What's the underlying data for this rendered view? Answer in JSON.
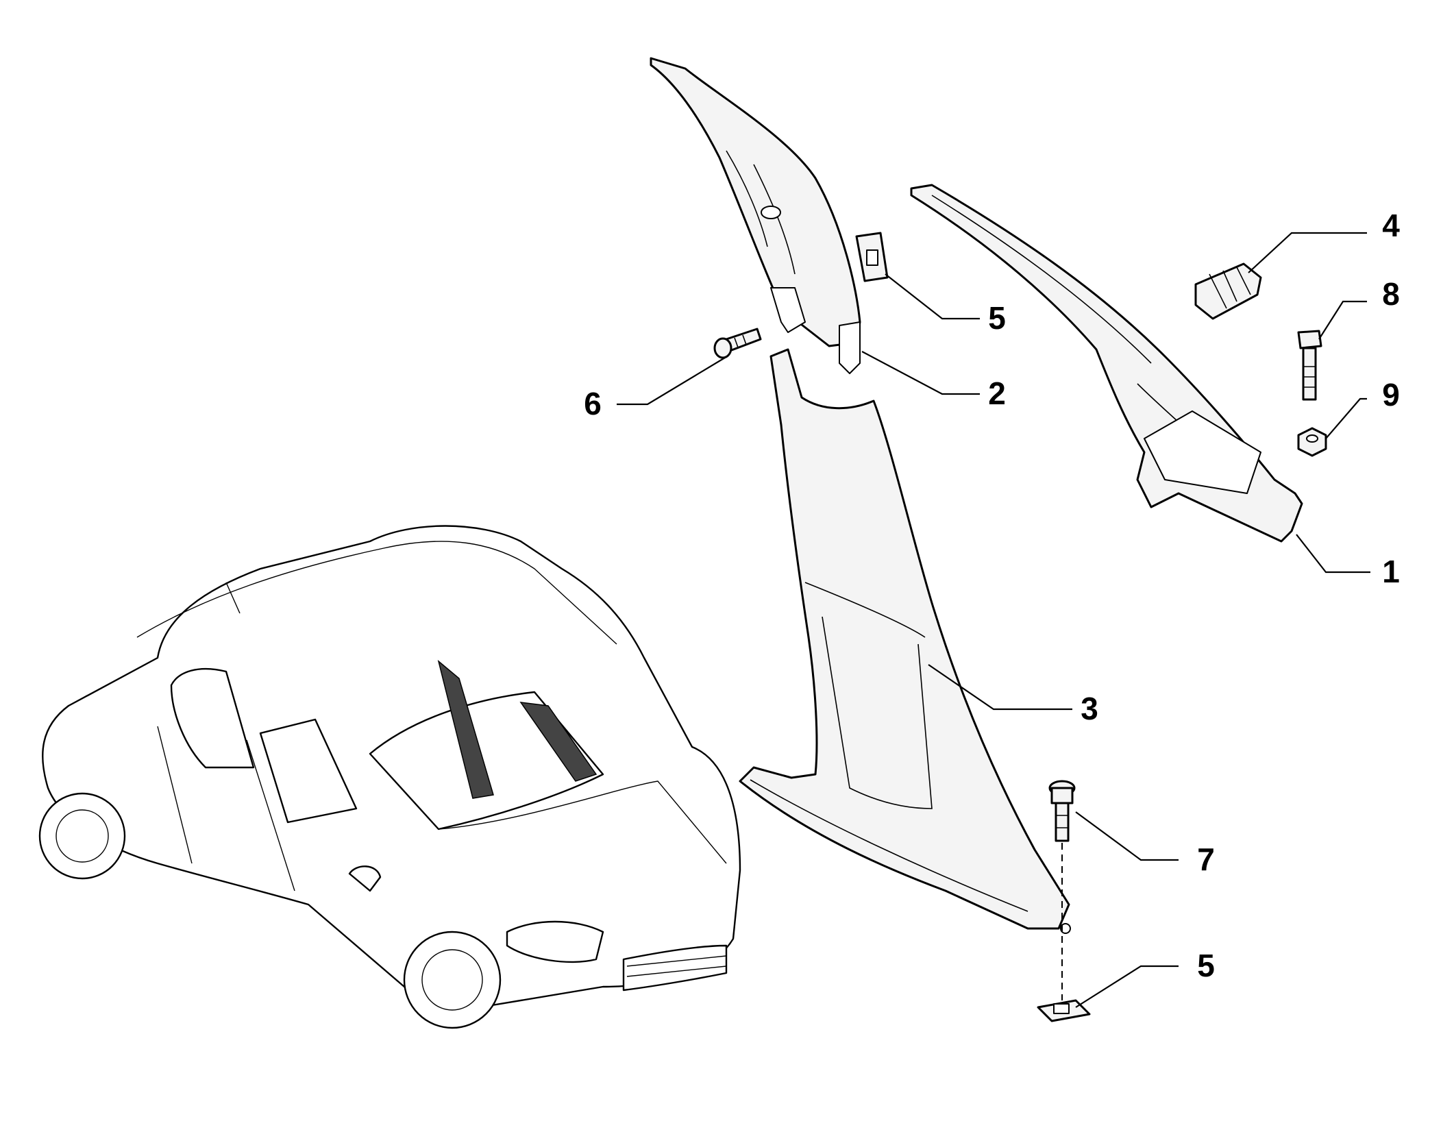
{
  "callouts": [
    {
      "id": "c1",
      "label": "1"
    },
    {
      "id": "c2",
      "label": "2"
    },
    {
      "id": "c3",
      "label": "3"
    },
    {
      "id": "c4",
      "label": "4"
    },
    {
      "id": "c5a",
      "label": "5"
    },
    {
      "id": "c5b",
      "label": "5"
    },
    {
      "id": "c6",
      "label": "6"
    },
    {
      "id": "c7",
      "label": "7"
    },
    {
      "id": "c8",
      "label": "8"
    },
    {
      "id": "c9",
      "label": "9"
    }
  ]
}
